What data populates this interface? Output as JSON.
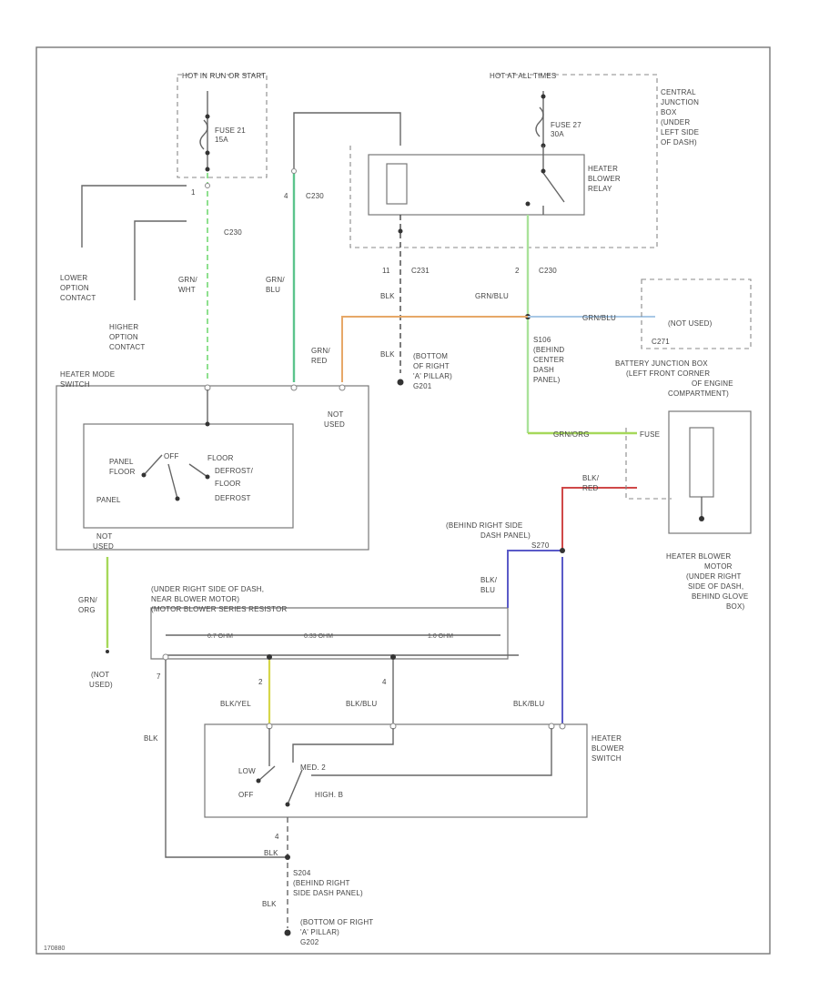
{
  "labels": {
    "hot_run_start": "HOT IN RUN OR START",
    "hot_at_all_times": "HOT AT ALL TIMES",
    "fuse21": "FUSE 21",
    "fuse21_amp": "15A",
    "fuse27": "FUSE 27",
    "fuse27_amp": "30A",
    "central_jb": [
      "CENTRAL",
      "JUNCTION",
      "BOX",
      "(UNDER",
      "LEFT SIDE",
      "OF DASH)"
    ],
    "heater_blower_relay": [
      "HEATER",
      "BLOWER",
      "RELAY"
    ],
    "c230_pin1": "1",
    "c230_pin4": "4",
    "c230_a": "C230",
    "c230_b": "C230",
    "c231_pin": "11",
    "c231": "C231",
    "c230_pin2": "2",
    "c230_c": "C230",
    "lower_option": [
      "LOWER",
      "OPTION",
      "CONTACT"
    ],
    "higher_option": [
      "HIGHER",
      "OPTION",
      "CONTACT"
    ],
    "w_grn_wht": [
      "GRN/",
      "WHT"
    ],
    "w_grn_blu": [
      "GRN/",
      "BLU"
    ],
    "w_grn_red": [
      "GRN/",
      "RED"
    ],
    "w_blk_1": "BLK",
    "w_blk_2": "BLK",
    "ground_g201": [
      "(BOTTOM",
      "OF RIGHT",
      "'A' PILLAR)",
      "G201"
    ],
    "w_grn_blu_2": "GRN/BLU",
    "w_grn_blu_3": "GRN/BLU",
    "s106": [
      "S106",
      "(BEHIND",
      "CENTER",
      "DASH",
      "PANEL)"
    ],
    "not_used_1": "(NOT USED)",
    "c271": "C271",
    "battery_jb": [
      "BATTERY JUNCTION BOX",
      "(LEFT FRONT CORNER",
      "OF ENGINE",
      "COMPARTMENT)"
    ],
    "heater_mode_switch": [
      "HEATER MODE",
      "SWITCH"
    ],
    "not_used_2": [
      "NOT",
      "USED"
    ],
    "mode_panel_floor": [
      "PANEL",
      "FLOOR"
    ],
    "mode_off": "OFF",
    "mode_floor_defrost": [
      "FLOOR",
      "DEFROST/",
      "FLOOR"
    ],
    "mode_panel": "PANEL",
    "mode_defrost": "DEFROST",
    "w_grn_org": "GRN/ORG",
    "relay_86": "FUSE",
    "w_blk_red": [
      "BLK/",
      "RED"
    ],
    "behind_rh_dash": [
      "(BEHIND RIGHT SIDE",
      "DASH PANEL)"
    ],
    "s270": "S270",
    "heater_blower_motor": [
      "HEATER BLOWER",
      "MOTOR",
      "(UNDER RIGHT",
      "SIDE OF DASH,",
      "BEHIND GLOVE",
      "BOX)"
    ],
    "not_used_3": [
      "NOT",
      "USED"
    ],
    "w_grn_org_2": [
      "GRN/",
      "ORG"
    ],
    "not_used_4": [
      "(NOT",
      "USED)"
    ],
    "resistor": [
      "(UNDER RIGHT SIDE OF DASH,",
      "NEAR BLOWER MOTOR)",
      "(MOTOR BLOWER SERIES RESISTOR"
    ],
    "w_blk_blu": [
      "BLK/",
      "BLU"
    ],
    "ohm1": "0.7 OHM",
    "ohm2": "0.33 OHM",
    "ohm3": "1.0 OHM",
    "pin7": "7",
    "pin2": "2",
    "pin4": "4",
    "w_blk_yel": "BLK/YEL",
    "w_blk_blu_2": "BLK/BLU",
    "w_blk_blu_3": "BLK/BLU",
    "w_blk_3": "BLK",
    "blower_switch": [
      "HEATER",
      "BLOWER",
      "SWITCH"
    ],
    "sw_low": "LOW",
    "sw_med": "MED. 2",
    "sw_off": "OFF",
    "sw_high": "HIGH. B",
    "pin4b": "4",
    "w_blk_4": "BLK",
    "s204": [
      "S204",
      "(BEHIND RIGHT",
      "SIDE DASH PANEL)"
    ],
    "w_blk_5": "BLK",
    "ground_g202": [
      "(BOTTOM OF RIGHT",
      "'A' PILLAR)",
      "G202"
    ],
    "fig_id": "170880"
  },
  "colors": {
    "grn_wht": "#8fe08f",
    "grn_blu": "#5cc48c",
    "grn_red": "#c8a23c",
    "orange": "#e7a868",
    "grn_blu_light": "#a9e29a",
    "blue_light": "#a8c8e6",
    "grn_org": "#a6d85a",
    "blk_red": "#d04848",
    "blu": "#5a5ac8",
    "yel": "#d6d64a"
  }
}
